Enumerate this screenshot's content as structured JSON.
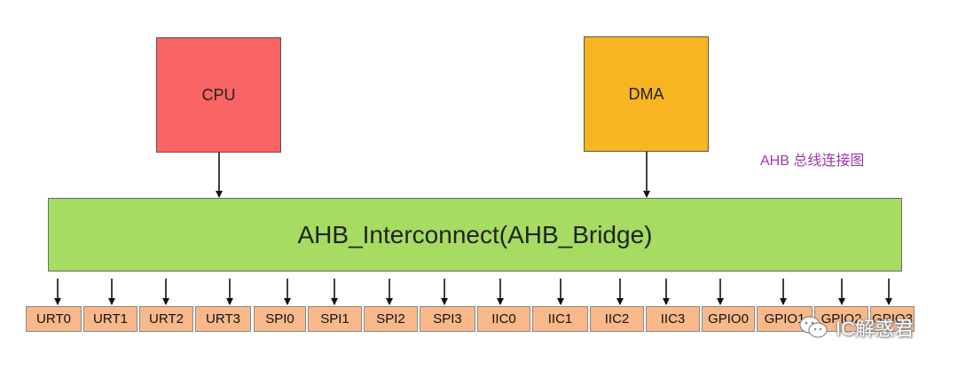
{
  "masters": [
    {
      "id": "cpu",
      "label": "CPU",
      "color": "#fa6464"
    },
    {
      "id": "dma",
      "label": "DMA",
      "color": "#f7b621"
    }
  ],
  "bridge": {
    "label": "AHB_Interconnect(AHB_Bridge)",
    "color": "#a6dc62"
  },
  "caption": {
    "text": "AHB 总线连接图",
    "color": "#9a3aa8"
  },
  "peripherals": {
    "color": "#f8b88a",
    "items": [
      "URT0",
      "URT1",
      "URT2",
      "URT3",
      "SPI0",
      "SPI1",
      "SPI2",
      "SPI3",
      "IIC0",
      "IIC1",
      "IIC2",
      "IIC3",
      "GPIO0",
      "GPIO1",
      "GPIO2",
      "GPIO3"
    ]
  },
  "watermark": {
    "text": "IC解惑君"
  }
}
